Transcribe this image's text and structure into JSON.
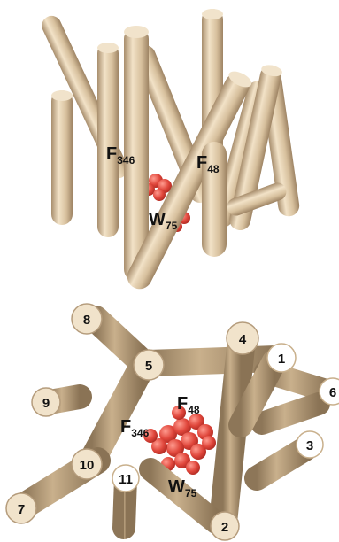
{
  "top_view": {
    "residues": [
      {
        "name": "F",
        "sub": "346"
      },
      {
        "name": "F",
        "sub": "48"
      },
      {
        "name": "W",
        "sub": "75"
      }
    ]
  },
  "bottom_view": {
    "residues": [
      {
        "name": "F",
        "sub": "48"
      },
      {
        "name": "F",
        "sub": "346"
      },
      {
        "name": "W",
        "sub": "75"
      }
    ],
    "helix_numbers": [
      "1",
      "2",
      "3",
      "4",
      "5",
      "6",
      "7",
      "8",
      "9",
      "10",
      "11"
    ]
  },
  "colors": {
    "helix": "#d9c3a2",
    "helix_dark": "#b59c7c",
    "helix_cap": "#f1e3cb",
    "residue": "#e0584e"
  }
}
